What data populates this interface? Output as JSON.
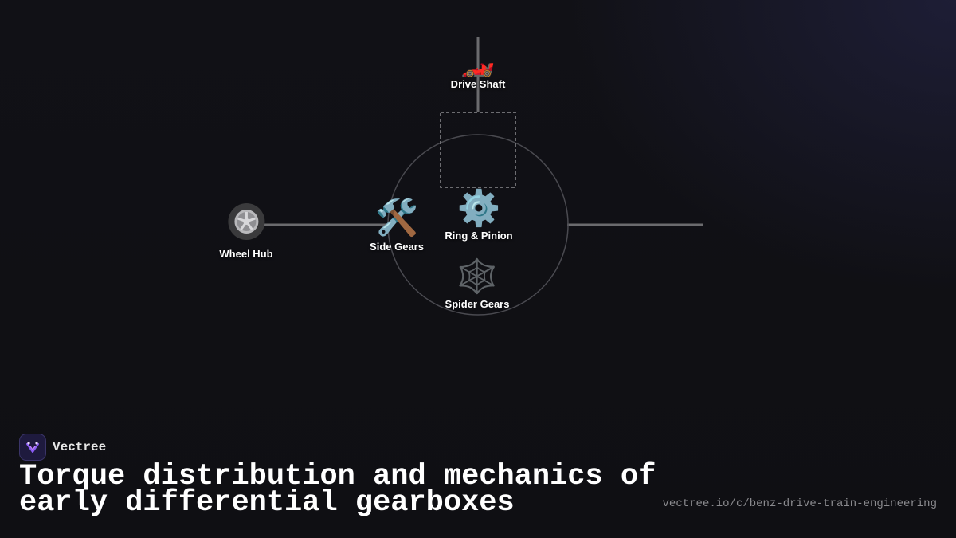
{
  "brand": {
    "name": "Vectree",
    "logo_icon": "vectree-logo-icon",
    "accent_color": "#8b5cf6"
  },
  "title": "Torque distribution and mechanics of early differential gearboxes",
  "url": "vectree.io/c/benz-drive-train-engineering",
  "nodes": {
    "drive_shaft": {
      "label": "Drive Shaft",
      "icon": "race-car-icon",
      "glyph": "🏎️"
    },
    "wheel_hub": {
      "label": "Wheel Hub",
      "icon": "wheel-icon",
      "glyph": "🛞"
    },
    "side_gears": {
      "label": "Side Gears",
      "icon": "hammer-and-wrench-icon",
      "glyph": "🛠️"
    },
    "ring_pinion": {
      "label": "Ring & Pinion",
      "icon": "gear-icon",
      "glyph": "⚙️"
    },
    "spider_gears": {
      "label": "Spider Gears",
      "icon": "spider-web-icon",
      "glyph": "🕸️"
    }
  },
  "colors": {
    "background": "#101015",
    "line": "#6b6b6e",
    "dashed_box": "#8a8a8e",
    "circle": "#4a4a50",
    "label": "#ffffff"
  }
}
